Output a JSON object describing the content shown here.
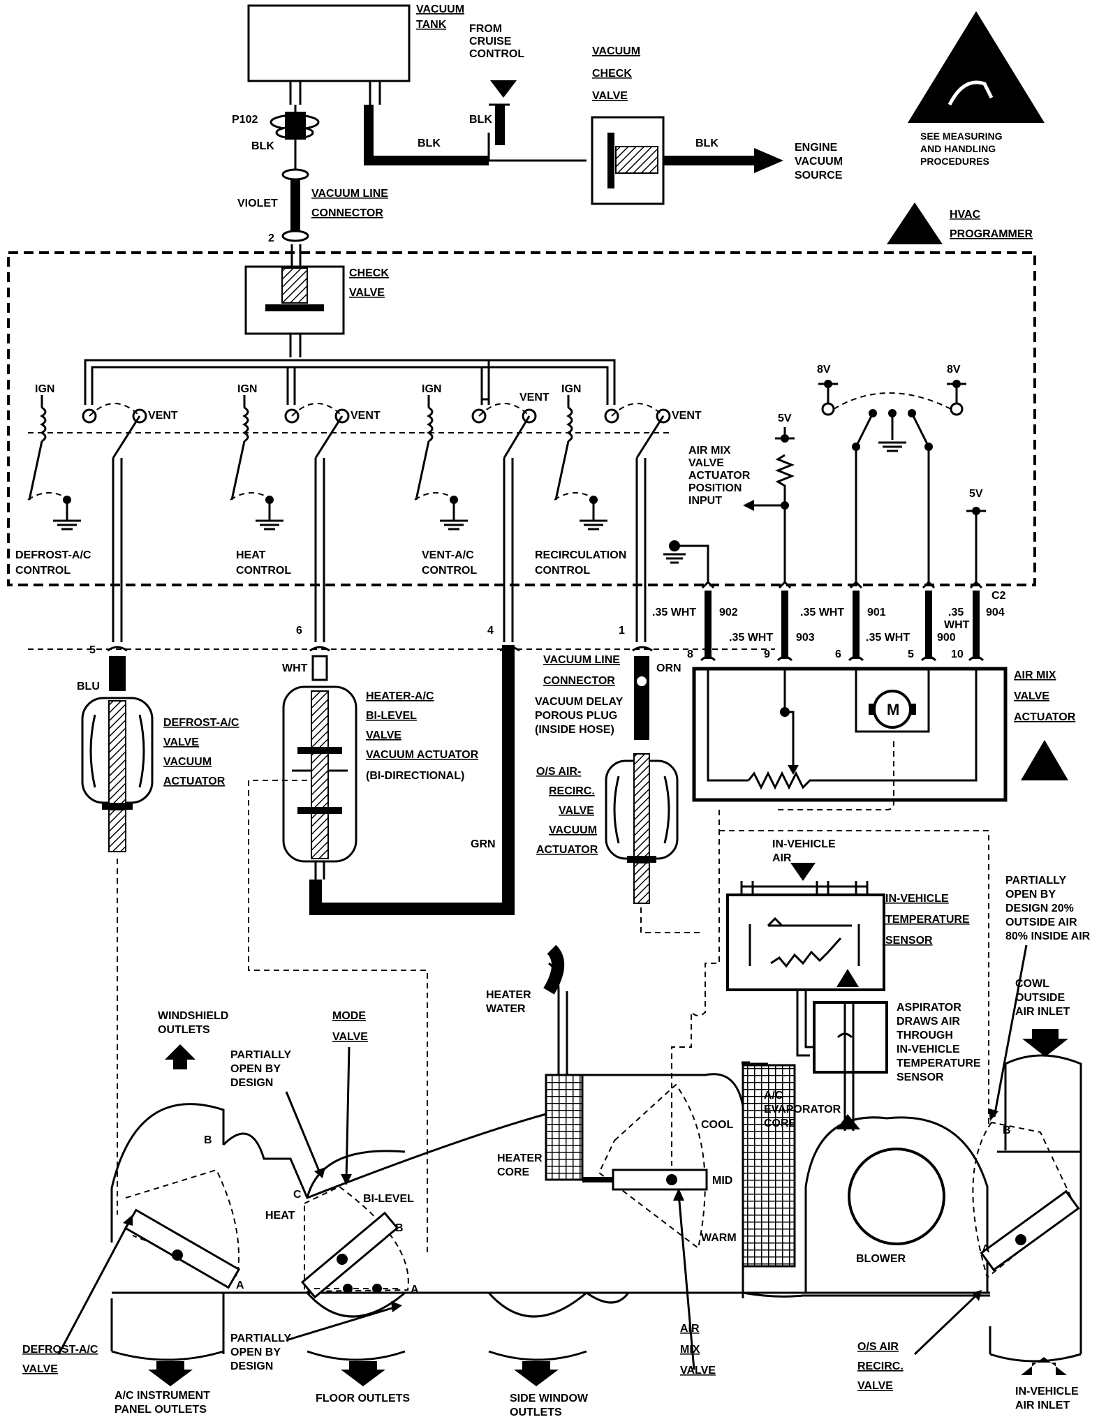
{
  "labels": {
    "vacuum_tank_1": "VACUUM",
    "vacuum_tank_2": "TANK",
    "from_cruise_1": "FROM",
    "from_cruise_2": "CRUISE",
    "from_cruise_3": "CONTROL",
    "vacuum_check_1": "VACUUM",
    "vacuum_check_2": "CHECK",
    "vacuum_check_3": "VALVE",
    "esd_1": "SEE MEASURING",
    "esd_2": "AND HANDLING",
    "esd_3": "PROCEDURES",
    "p102": "P102",
    "blk_1": "BLK",
    "blk_2": "BLK",
    "blk_3": "BLK",
    "blk_4": "BLK",
    "engine_1": "ENGINE",
    "engine_2": "VACUUM",
    "engine_3": "SOURCE",
    "violet": "VIOLET",
    "vac_line_conn_1": "VACUUM LINE",
    "vac_line_conn_2": "CONNECTOR",
    "hvac_1": "HVAC",
    "hvac_2": "PROGRAMMER",
    "pin_2": "2",
    "check_1": "CHECK",
    "check_2": "VALVE",
    "ign_1": "IGN",
    "ign_2": "IGN",
    "ign_3": "IGN",
    "ign_4": "IGN",
    "vent_1": "VENT",
    "vent_2": "VENT",
    "vent_3": "VENT",
    "vent_4": "VENT",
    "v8_1": "8V",
    "v8_2": "8V",
    "v5_1": "5V",
    "v5_2": "5V",
    "airmix_pos_1": "AIR MIX",
    "airmix_pos_2": "VALVE",
    "airmix_pos_3": "ACTUATOR",
    "airmix_pos_4": "POSITION",
    "airmix_pos_5": "INPUT",
    "defrost_ctl_1": "DEFROST-A/C",
    "defrost_ctl_2": "CONTROL",
    "heat_ctl_1": "HEAT",
    "heat_ctl_2": "CONTROL",
    "ventac_ctl_1": "VENT-A/C",
    "ventac_ctl_2": "CONTROL",
    "recirc_ctl_1": "RECIRCULATION",
    "recirc_ctl_2": "CONTROL",
    "w902": ".35 WHT",
    "c902": "902",
    "w903": ".35 WHT",
    "c903": "903",
    "w901": ".35 WHT",
    "c901": "901",
    "w900": ".35 WHT",
    "c900": "900",
    "w904a": ".35",
    "w904b": "WHT",
    "c2": "C2",
    "c904": "904",
    "pin8": "8",
    "pin9": "9",
    "pin6b": "6",
    "pin5b": "5",
    "pin10": "10",
    "pin5": "5",
    "pin6": "6",
    "pin4": "4",
    "pin1": "1",
    "blu": "BLU",
    "wht": "WHT",
    "orn": "ORN",
    "grn": "GRN",
    "vlc2_1": "VACUUM LINE",
    "vlc2_2": "CONNECTOR",
    "delay_1": "VACUUM DELAY",
    "delay_2": "POROUS PLUG",
    "delay_3": "(INSIDE HOSE)",
    "defrost_act_1": "DEFROST-A/C",
    "defrost_act_2": "VALVE",
    "defrost_act_3": "VACUUM",
    "defrost_act_4": "ACTUATOR",
    "heater_act_1": "HEATER-A/C",
    "heater_act_2": "BI-LEVEL",
    "heater_act_3": "VALVE",
    "heater_act_4": "VACUUM ACTUATOR",
    "heater_act_5": "(BI-DIRECTIONAL)",
    "os_act_1": "O/S AIR-",
    "os_act_2": "RECIRC.",
    "os_act_3": "VALVE",
    "os_act_4": "VACUUM",
    "os_act_5": "ACTUATOR",
    "airmix_act_1": "AIR MIX",
    "airmix_act_2": "VALVE",
    "airmix_act_3": "ACTUATOR",
    "motor": "M",
    "inveh_air_1": "IN-VEHICLE",
    "inveh_air_2": "AIR",
    "temp_sensor_1": "IN-VEHICLE",
    "temp_sensor_2": "TEMPERATURE",
    "temp_sensor_3": "SENSOR",
    "partial_design_1": "PARTIALLY",
    "partial_design_2": "OPEN BY",
    "partial_design_3": "DESIGN 20%",
    "partial_design_4": "OUTSIDE AIR",
    "partial_design_5": "80% INSIDE AIR",
    "aspirator_1": "ASPIRATOR",
    "aspirator_2": "DRAWS AIR",
    "aspirator_3": "THROUGH",
    "aspirator_4": "IN-VEHICLE",
    "aspirator_5": "TEMPERATURE",
    "aspirator_6": "SENSOR",
    "cowl_1": "COWL",
    "cowl_2": "OUTSIDE",
    "cowl_3": "AIR INLET",
    "heater_water_1": "HEATER",
    "heater_water_2": "WATER",
    "windshield_1": "WINDSHIELD",
    "windshield_2": "OUTLETS",
    "mode_1": "MODE",
    "mode_2": "VALVE",
    "pob1_1": "PARTIALLY",
    "pob1_2": "OPEN BY",
    "pob1_3": "DESIGN",
    "evap_1": "A/C",
    "evap_2": "EVAPORATOR",
    "evap_3": "CORE",
    "cool": "COOL",
    "mid": "MID",
    "warm": "WARM",
    "heater_core_1": "HEATER",
    "heater_core_2": "CORE",
    "heat": "HEAT",
    "bilevel": "BI-LEVEL",
    "letter_b1": "B",
    "letter_a1": "A",
    "letter_c": "C",
    "letter_b2": "B",
    "letter_a2": "A",
    "letter_b3": "B",
    "letter_a3": "A",
    "blower": "BLOWER",
    "pob2_1": "PARTIALLY",
    "pob2_2": "OPEN BY",
    "pob2_3": "DESIGN",
    "defrost_valve_1": "DEFROST-A/C",
    "defrost_valve_2": "VALVE",
    "ac_panel_1": "A/C INSTRUMENT",
    "ac_panel_2": "PANEL OUTLETS",
    "floor": "FLOOR OUTLETS",
    "side_1": "SIDE WINDOW",
    "side_2": "OUTLETS",
    "airmix_valve_1": "AIR",
    "airmix_valve_2": "MIX",
    "airmix_valve_3": "VALVE",
    "os_valve_1": "O/S AIR",
    "os_valve_2": "RECIRC.",
    "os_valve_3": "VALVE",
    "inveh_inlet_1": "IN-VEHICLE",
    "inveh_inlet_2": "AIR INLET"
  }
}
